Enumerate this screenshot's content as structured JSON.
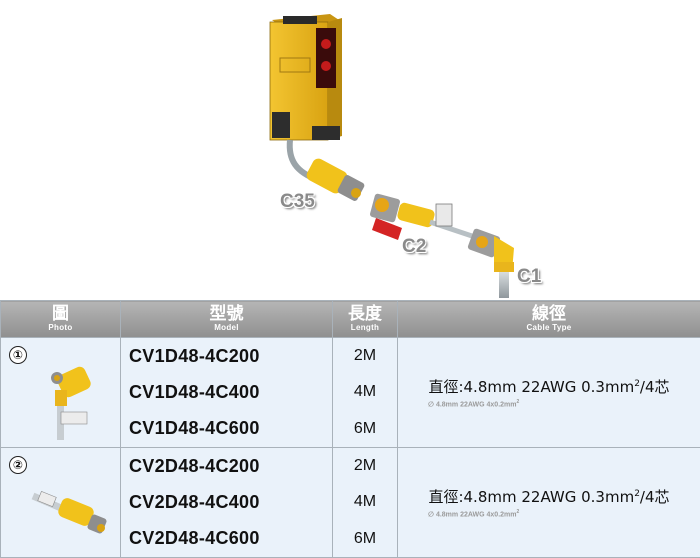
{
  "callouts": {
    "c35": "C35",
    "c2": "C2",
    "c1": "C1"
  },
  "header": {
    "photo": {
      "main": "圖",
      "sub": "Photo"
    },
    "model": {
      "main": "型號",
      "sub": "Model"
    },
    "length": {
      "main": "長度",
      "sub": "Length"
    },
    "cable": {
      "main": "線徑",
      "sub": "Cable Type"
    }
  },
  "rows": [
    {
      "badge": "①",
      "models": [
        "CV1D48-4C200",
        "CV1D48-4C400",
        "CV1D48-4C600"
      ],
      "lengths": [
        "2M",
        "4M",
        "6M"
      ],
      "cable_main": "直徑:4.8mm 22AWG 0.3mm",
      "cable_main_sup": "2",
      "cable_main_tail": "/4芯",
      "cable_sub": "∅ 4.8mm 22AWG 4x0.2mm",
      "cable_sub_sup": "2"
    },
    {
      "badge": "②",
      "models": [
        "CV2D48-4C200",
        "CV2D48-4C400",
        "CV2D48-4C600"
      ],
      "lengths": [
        "2M",
        "4M",
        "6M"
      ],
      "cable_main": "直徑:4.8mm 22AWG 0.3mm",
      "cable_main_sup": "2",
      "cable_main_tail": "/4芯",
      "cable_sub": "∅ 4.8mm 22AWG 4x0.2mm",
      "cable_sub_sup": "2"
    }
  ],
  "colors": {
    "sensor_yellow": "#e9b51c",
    "connector_yellow": "#f1c21b",
    "header_gray": "#9f9f9f",
    "row_bg": "#eaf2fa"
  }
}
